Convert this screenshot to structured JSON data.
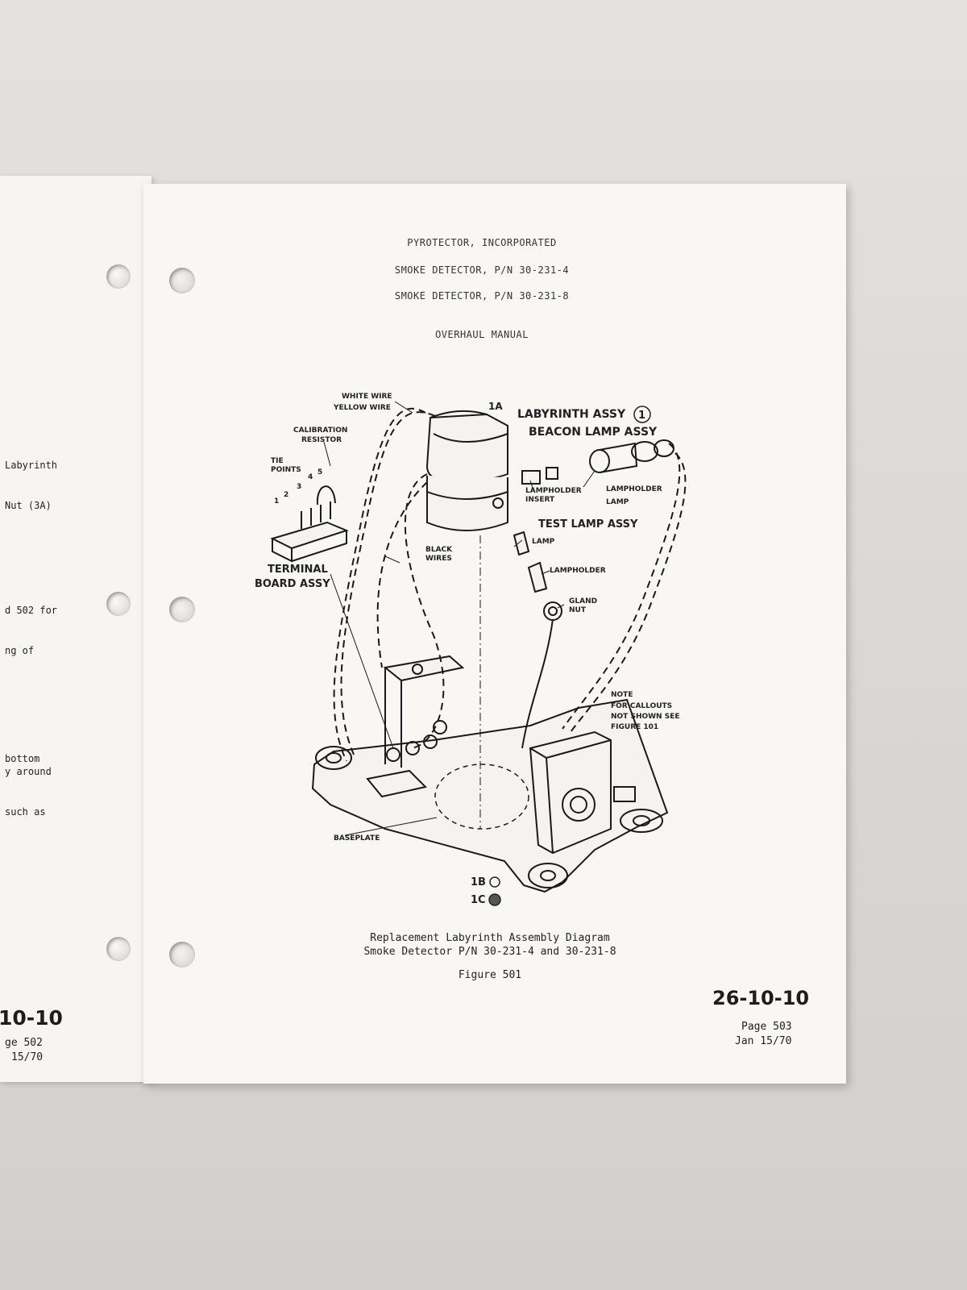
{
  "left_page": {
    "fragments": [
      "Labyrinth",
      "Nut (3A)",
      "d 502 for",
      "ng of",
      "bottom",
      "y around",
      "such as"
    ],
    "section_number": "10-10",
    "page": "ge 502",
    "date": "15/70"
  },
  "header": {
    "company": "PYROTECTOR, INCORPORATED",
    "model_1": "SMOKE DETECTOR, P/N 30-231-4",
    "model_2": "SMOKE DETECTOR, P/N 30-231-8",
    "manual_type": "OVERHAUL MANUAL"
  },
  "diagram": {
    "labels": {
      "white_wire": "WHITE WIRE",
      "yellow_wire": "YELLOW WIRE",
      "callout_1a": "1A",
      "labyrinth_assy": "LABYRINTH ASSY",
      "labyrinth_index": "1",
      "beacon_lamp_assy": "BEACON LAMP ASSY",
      "calibration": "CALIBRATION",
      "resistor": "RESISTOR",
      "tie": "TIE",
      "points": "POINTS",
      "tp1": "1",
      "tp2": "2",
      "tp3": "3",
      "tp4": "4",
      "tp5": "5",
      "lampholder_insert_1": "LAMPHOLDER",
      "lampholder_insert_2": "INSERT",
      "lampholder": "LAMPHOLDER",
      "lamp": "LAMP",
      "test_lamp_assy": "TEST LAMP ASSY",
      "test_lamp": "LAMP",
      "test_lampholder": "LAMPHOLDER",
      "black": "BLACK",
      "wires": "WIRES",
      "terminal": "TERMINAL",
      "board_assy": "BOARD ASSY",
      "gland": "GLAND",
      "nut": "NUT",
      "note_1": "NOTE",
      "note_2": "FOR CALLOUTS",
      "note_3": "NOT SHOWN SEE",
      "note_4": "FIGURE 101",
      "baseplate": "BASEPLATE",
      "callout_1b": "1B",
      "callout_1c": "1C"
    }
  },
  "caption": {
    "line_1": "Replacement Labyrinth Assembly Diagram",
    "line_2": "Smoke Detector P/N 30-231-4 and 30-231-8",
    "figure": "Figure 501"
  },
  "footer": {
    "section_number": "26-10-10",
    "page": "Page 503",
    "date": "Jan 15/70"
  }
}
